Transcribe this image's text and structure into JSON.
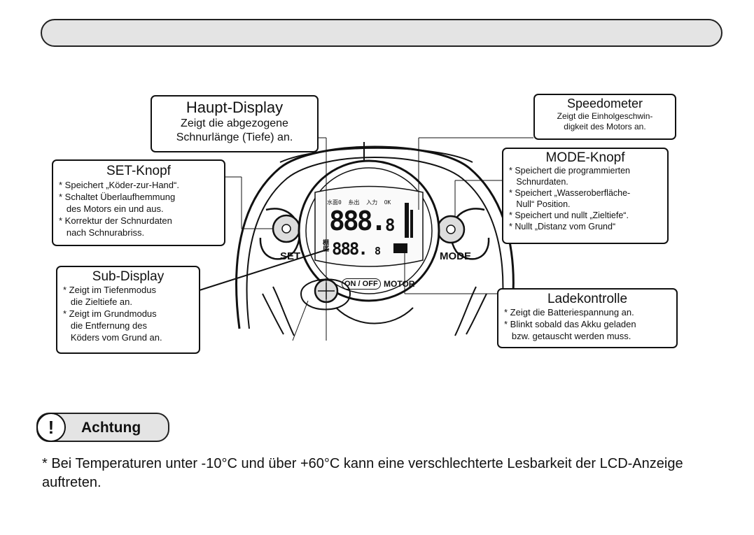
{
  "haupt": {
    "title": "Haupt-Display",
    "lines": [
      "Zeigt die abgezogene",
      "Schnurlänge (Tiefe) an."
    ]
  },
  "speedo": {
    "title": "Speedometer",
    "lines": [
      "Zeigt die Einholgeschwin-",
      "digkeit des Motors an."
    ]
  },
  "set": {
    "title": "SET-Knopf",
    "lines": [
      "* Speichert „Köder-zur-Hand“.",
      "* Schaltet Überlaufhemmung",
      "   des Motors ein und aus.",
      "* Korrektur der Schnurdaten",
      "   nach Schnurabriss."
    ]
  },
  "mode": {
    "title": "MODE-Knopf",
    "lines": [
      "* Speichert die programmierten",
      "   Schnurdaten.",
      "* Speichert „Wasseroberfläche-",
      "   Null“ Position.",
      "* Speichert und nullt „Zieltiefe“.",
      "* Nullt „Distanz vom Grund“"
    ]
  },
  "sub": {
    "title": "Sub-Display",
    "lines": [
      "* Zeigt im Tiefenmodus",
      "   die Zieltiefe an.",
      "* Zeigt im Grundmodus",
      "   die Entfernung des",
      "   Köders vom Grund an."
    ]
  },
  "lade": {
    "title": "Ladekontrolle",
    "lines": [
      "* Zeigt die Batteriespannung an.",
      "* Blinkt sobald das Akku geladen",
      "   bzw. getauscht werden muss."
    ]
  },
  "device": {
    "set_label": "SET",
    "mode_label": "MODE",
    "onoff_label": "ON / OFF",
    "motor_label": "MOTOR",
    "lcd_top_labels": "水面0  糸出  入力  OK",
    "main_digits": "888.",
    "main_decimal": "8",
    "sub_digits": "888.",
    "sub_decimal": "8",
    "sub_side_label": "棚底"
  },
  "warning": {
    "title": "Achtung",
    "icon": "!"
  },
  "note": "* Bei Temperaturen unter -10°C und über +60°C kann eine verschlechterte Lesbarkeit der LCD-Anzeige auftreten.",
  "note_line2": "Anzeige auftreten."
}
